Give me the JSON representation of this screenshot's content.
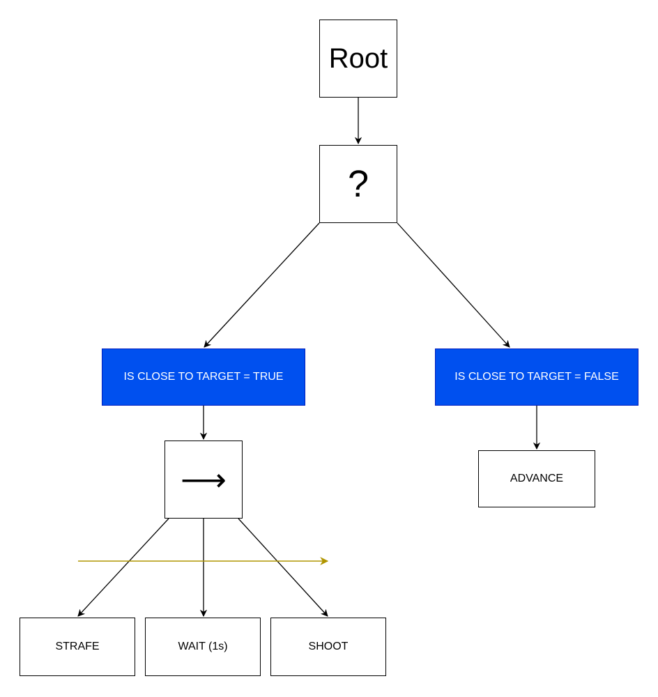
{
  "diagram": {
    "nodes": {
      "root": {
        "label": "Root"
      },
      "selector": {
        "label": "?"
      },
      "condition_true": {
        "label": "IS CLOSE TO TARGET = TRUE"
      },
      "condition_false": {
        "label": "IS CLOSE TO TARGET = FALSE"
      },
      "sequence": {
        "label": "⟶"
      },
      "advance": {
        "label": "ADVANCE"
      },
      "strafe": {
        "label": "STRAFE"
      },
      "wait": {
        "label": "WAIT (1s)"
      },
      "shoot": {
        "label": "SHOOT"
      }
    },
    "edges": [
      {
        "from": "root",
        "to": "selector"
      },
      {
        "from": "selector",
        "to": "condition_true"
      },
      {
        "from": "selector",
        "to": "condition_false"
      },
      {
        "from": "condition_true",
        "to": "sequence"
      },
      {
        "from": "condition_false",
        "to": "advance"
      },
      {
        "from": "sequence",
        "to": "strafe"
      },
      {
        "from": "sequence",
        "to": "wait"
      },
      {
        "from": "sequence",
        "to": "shoot"
      }
    ],
    "execution_order_arrow": {
      "meaning": "left-to-right order of sequence children"
    },
    "colors": {
      "condition_fill": "#0050ef",
      "condition_border": "#001dbc",
      "condition_text": "#ffffff",
      "edge": "#000000",
      "order_arrow": "#b09500"
    }
  }
}
